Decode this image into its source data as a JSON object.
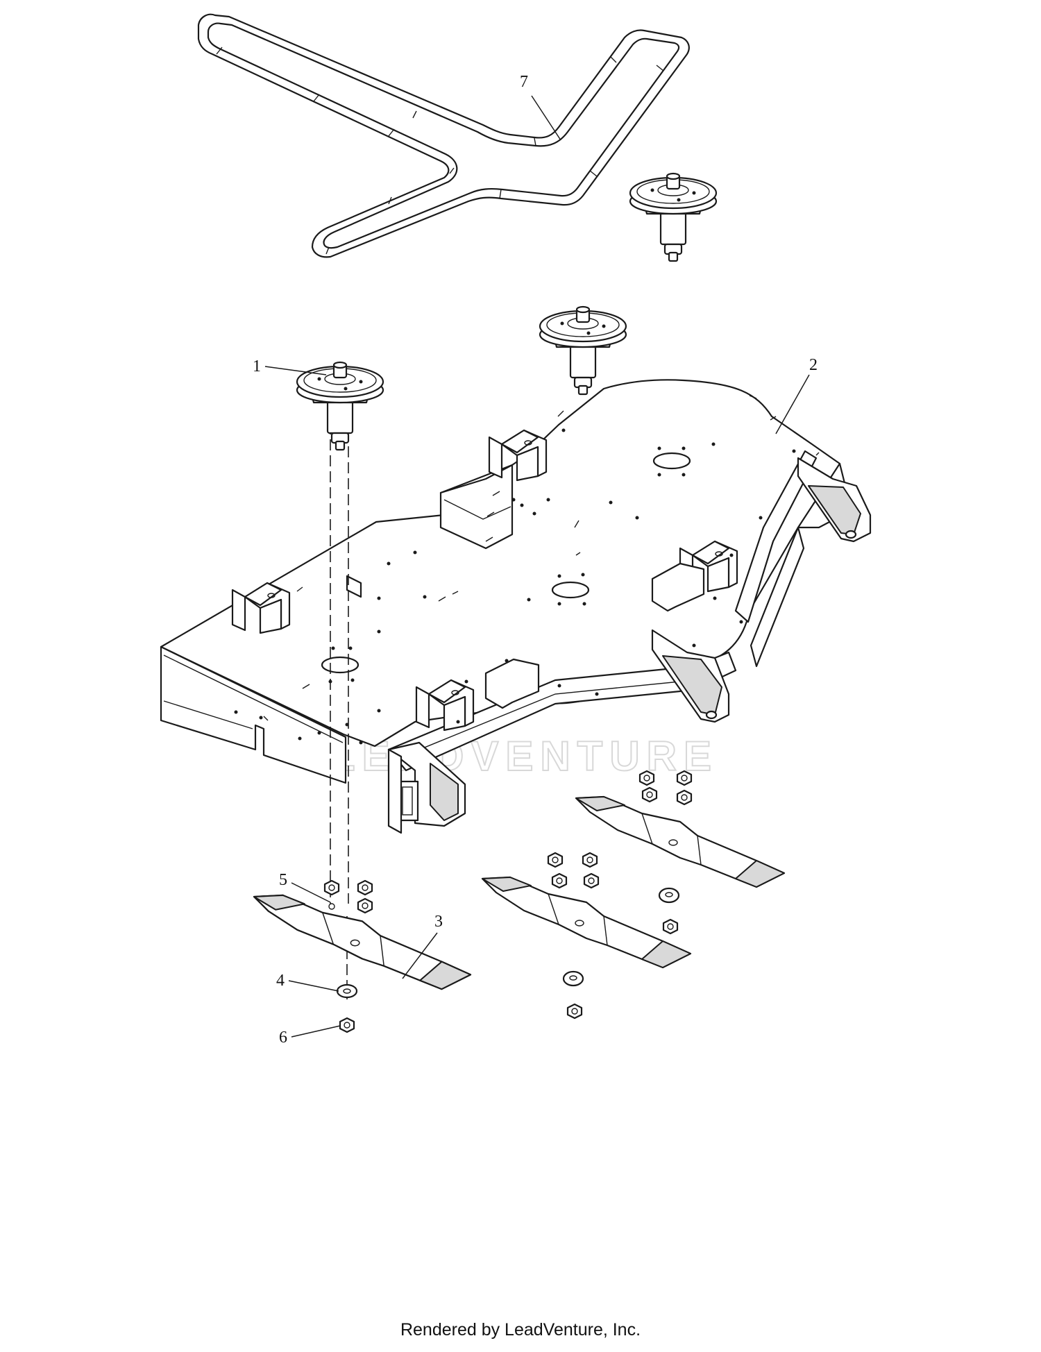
{
  "diagram": {
    "callouts": [
      {
        "id": "1",
        "label": "1"
      },
      {
        "id": "2",
        "label": "2"
      },
      {
        "id": "3",
        "label": "3"
      },
      {
        "id": "4",
        "label": "4"
      },
      {
        "id": "5",
        "label": "5"
      },
      {
        "id": "6",
        "label": "6"
      },
      {
        "id": "7",
        "label": "7"
      }
    ],
    "watermark": "LEADVENTURE"
  },
  "footer": {
    "text": "Rendered by LeadVenture, Inc."
  }
}
